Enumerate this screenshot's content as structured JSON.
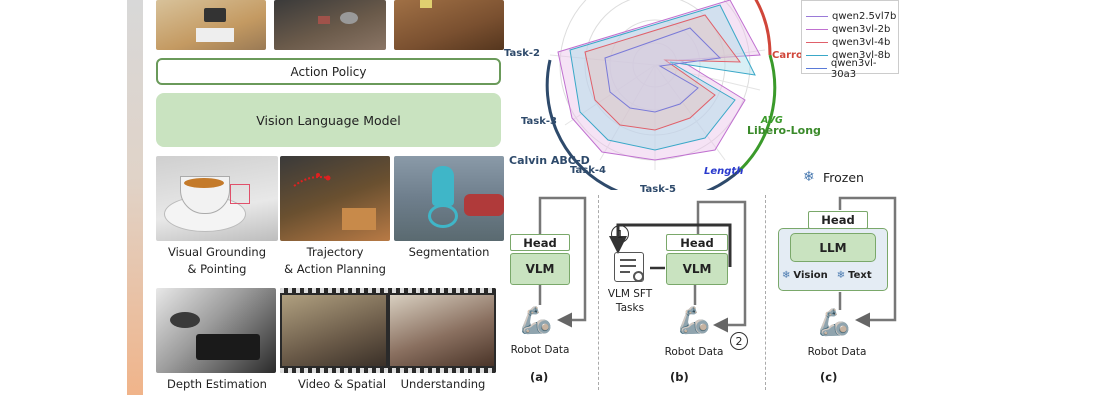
{
  "left": {
    "action_policy": "Action Policy",
    "vlm": "Vision Language Model",
    "tasks": {
      "visual_grounding_1": "Visual Grounding",
      "visual_grounding_2": "& Pointing",
      "trajectory_1": "Trajectory",
      "trajectory_2": "& Action Planning",
      "segmentation": "Segmentation",
      "depth": "Depth Estimation",
      "video": "Video & Spatial",
      "understanding": "Understanding"
    }
  },
  "radar": {
    "axes": [
      "Task-2",
      "Task-3",
      "Calvin ABC-D",
      "Task-4",
      "Task-5",
      "Length",
      "AVG",
      "Libero-Long",
      "Carrot"
    ],
    "legend": [
      "qwen2.5vl7b",
      "qwen3vl-2b",
      "qwen3vl-4b",
      "qwen3vl-8b",
      "qwen3vl-30a3"
    ],
    "colors": {
      "calvin": "#2e4a6b",
      "libero": "#3a8a2a",
      "avg": "#3a9a2a",
      "length": "#2a3acd",
      "carrot": "#d0463a",
      "task": "#2e4a6b"
    }
  },
  "panels": {
    "head": "Head",
    "vlm": "VLM",
    "robot_data": "Robot Data",
    "vlm_sft_1": "VLM SFT",
    "vlm_sft_2": "Tasks",
    "step1": "1",
    "step2": "2",
    "frozen": "Frozen",
    "llm": "LLM",
    "vision": "Vision",
    "text": "Text",
    "label_a": "(a)",
    "label_b": "(b)",
    "label_c": "(c)"
  }
}
